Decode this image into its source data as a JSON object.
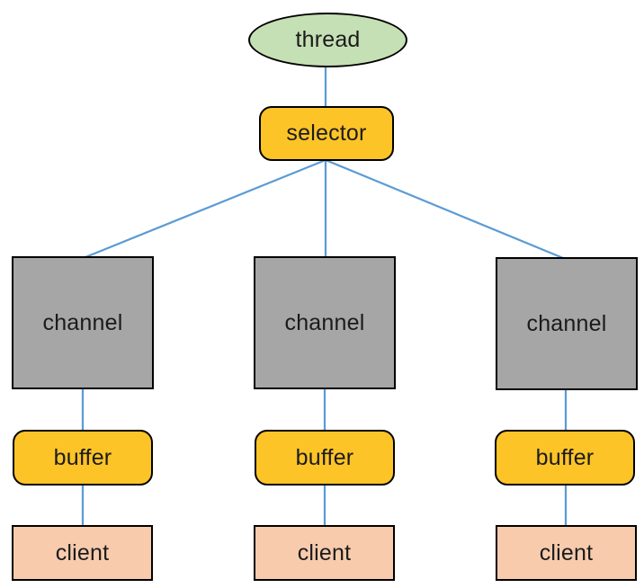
{
  "nodes": {
    "thread": "thread",
    "selector": "selector"
  },
  "columns": [
    {
      "channel": "channel",
      "buffer": "buffer",
      "client": "client"
    },
    {
      "channel": "channel",
      "buffer": "buffer",
      "client": "client"
    },
    {
      "channel": "channel",
      "buffer": "buffer",
      "client": "client"
    }
  ],
  "edges": [
    "thread -> selector",
    "selector -> channel[0]",
    "selector -> channel[1]",
    "selector -> channel[2]",
    "channel[0] -> buffer[0]",
    "buffer[0] -> client[0]",
    "channel[1] -> buffer[1]",
    "buffer[1] -> client[1]",
    "channel[2] -> buffer[2]",
    "buffer[2] -> client[2]"
  ],
  "colors": {
    "thread_fill": "#c5e0b4",
    "accent_fill": "#fdc428",
    "channel_fill": "#a6a6a6",
    "client_fill": "#f8cbad",
    "connector": "#5b9bd5",
    "border": "#000000",
    "text": "#1b1b1b",
    "background": "#ffffff"
  }
}
